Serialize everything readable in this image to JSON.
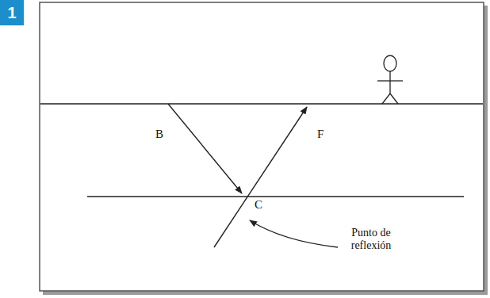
{
  "diagram": {
    "labels": [
      "1",
      "B",
      "F",
      "C",
      "Punto de reflexión"
    ]
  }
}
